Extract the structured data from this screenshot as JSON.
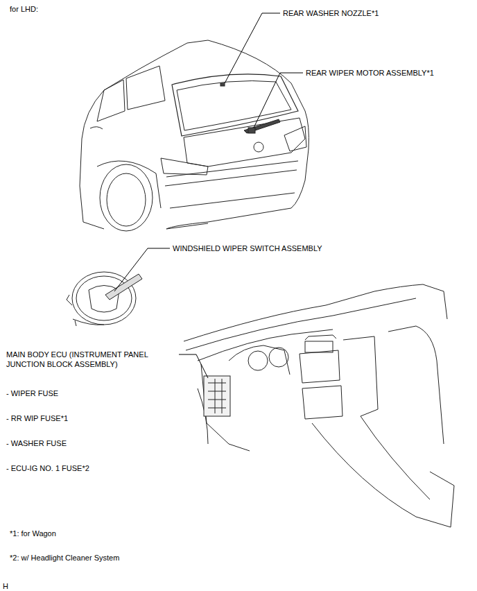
{
  "diagram": {
    "title": "for LHD:",
    "labels": [
      "REAR WASHER NOZZLE*1",
      "REAR WIPER MOTOR ASSEMBLY*1",
      "WINDSHIELD WIPER SWITCH ASSEMBLY",
      "MAIN BODY ECU (INSTRUMENT PANEL JUNCTION BLOCK ASSEMBLY)",
      "- WIPER FUSE",
      "- RR WIP FUSE*1",
      "- WASHER FUSE",
      "- ECU-IG NO. 1 FUSE*2",
      "*1: for Wagon",
      "*2: w/ Headlight Cleaner System",
      "H"
    ]
  }
}
